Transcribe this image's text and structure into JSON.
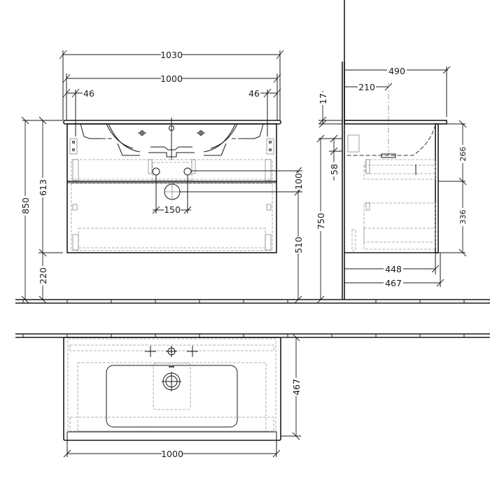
{
  "title": "Vanity unit with washbasin – dimensioned technical drawing",
  "units": "mm",
  "colors": {
    "line": "#1a1a1a",
    "hidden": "#9a9a9a",
    "background": "#ffffff"
  },
  "front_view": {
    "dimensions": {
      "overall_width_top": "1030",
      "cabinet_width": "1000",
      "left_inset": "46",
      "right_inset": "46",
      "total_height": "850",
      "cabinet_height": "613",
      "floor_clearance": "220",
      "tap_hole_spacing": "150",
      "connection_offset": "100",
      "drain_height": "510"
    }
  },
  "side_view": {
    "dimensions": {
      "overall_depth": "490",
      "tap_axis_depth": "210",
      "top_thickness": "17",
      "siphon_offset": "58",
      "wall_height": "750",
      "upper_drawer": "266",
      "lower_drawer": "336",
      "cabinet_depth_inner": "448",
      "cabinet_depth": "467"
    }
  },
  "top_view": {
    "dimensions": {
      "width": "1000",
      "depth": "467"
    }
  }
}
